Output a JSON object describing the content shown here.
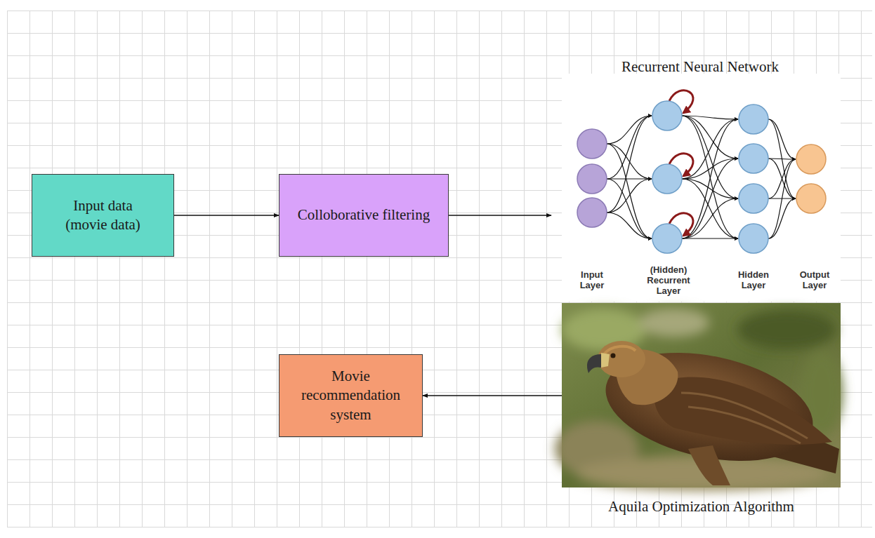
{
  "diagram": {
    "nodes": [
      {
        "text": [
          "Input data (movie data)"
        ]
      },
      {
        "text": [
          "Colloborative filtering"
        ]
      },
      {
        "text": [
          "Recurrent Neural Network"
        ]
      },
      {
        "text": [
          "Aquila Optimization Algorithm"
        ]
      },
      {
        "text": [
          "Movie recommendation system"
        ]
      }
    ],
    "edges": [
      {
        "from": 0,
        "to": 1,
        "arrow": "to"
      },
      {
        "from": 1,
        "to": 2,
        "arrow": "to"
      },
      {
        "from": 3,
        "to": 4,
        "arrow": "to"
      }
    ],
    "labels": [
      "Input Layer",
      "(Hidden) Recurrent Layer",
      "Hidden Layer",
      "Output Layer"
    ]
  }
}
